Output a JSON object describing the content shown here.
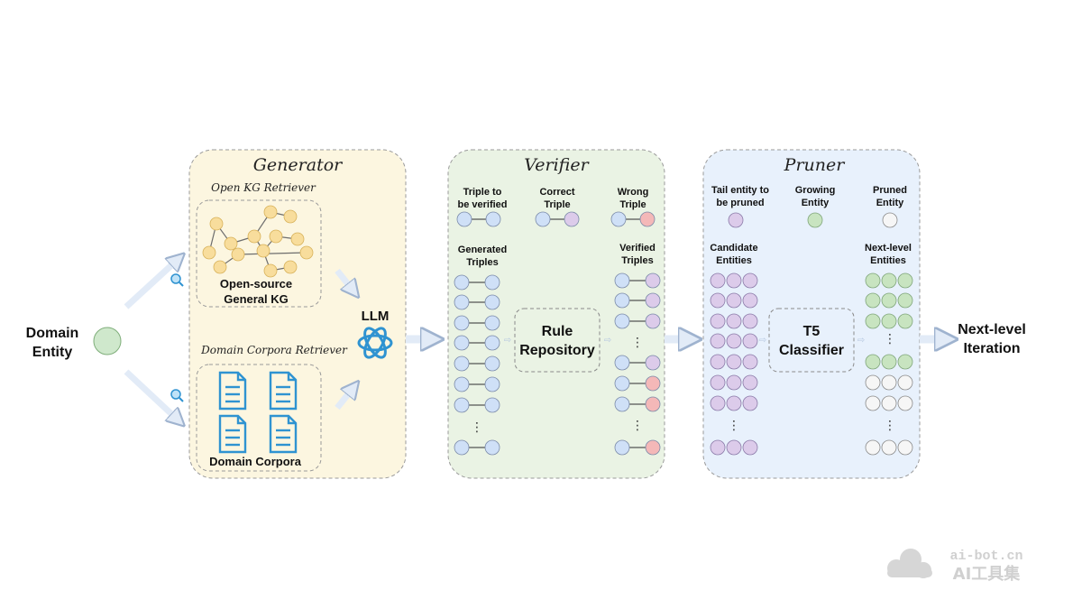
{
  "input": {
    "domain_entity_line1": "Domain",
    "domain_entity_line2": "Entity"
  },
  "generator": {
    "title": "Generator",
    "open_kg_retriever": "Open KG Retriever",
    "kg_label_line1": "Open-source",
    "kg_label_line2": "General KG",
    "domain_corpora_retriever": "Domain Corpora Retriever",
    "corpora_label": "Domain Corpora",
    "llm": "LLM"
  },
  "verifier": {
    "title": "Verifier",
    "legend": [
      {
        "line1": "Triple to",
        "line2": "be verified"
      },
      {
        "line1": "Correct",
        "line2": "Triple"
      },
      {
        "line1": "Wrong",
        "line2": "Triple"
      }
    ],
    "generated_line1": "Generated",
    "generated_line2": "Triples",
    "verified_line1": "Verified",
    "verified_line2": "Triples",
    "rule_line1": "Rule",
    "rule_line2": "Repository",
    "verified_status": [
      "correct",
      "correct",
      "correct",
      "",
      "correct",
      "wrong",
      "wrong",
      "",
      "wrong"
    ]
  },
  "pruner": {
    "title": "Pruner",
    "legend": [
      {
        "line1": "Tail entity to",
        "line2": "be pruned"
      },
      {
        "line1": "Growing",
        "line2": "Entity"
      },
      {
        "line1": "Pruned",
        "line2": "Entity"
      }
    ],
    "candidate_line1": "Candidate",
    "candidate_line2": "Entities",
    "next_level_line1": "Next-level",
    "next_level_line2": "Entities",
    "classifier_line1": "T5",
    "classifier_line2": "Classifier"
  },
  "output": {
    "line1": "Next-level",
    "line2": "Iteration"
  },
  "watermark": {
    "url": "ai-bot.cn",
    "name": "AI工具集"
  },
  "colors": {
    "generator_bg": "#fcf6e0",
    "verifier_bg": "#eaf3e4",
    "pruner_bg": "#e8f1fc",
    "to_verify": "#cfe0f7",
    "correct": "#dccbea",
    "wrong": "#f4b8b8",
    "growing": "#c8e4c0",
    "pruned": "#f6f6f6",
    "domain_entity": "#cfe8cc",
    "doc_blue": "#2f93d1"
  }
}
